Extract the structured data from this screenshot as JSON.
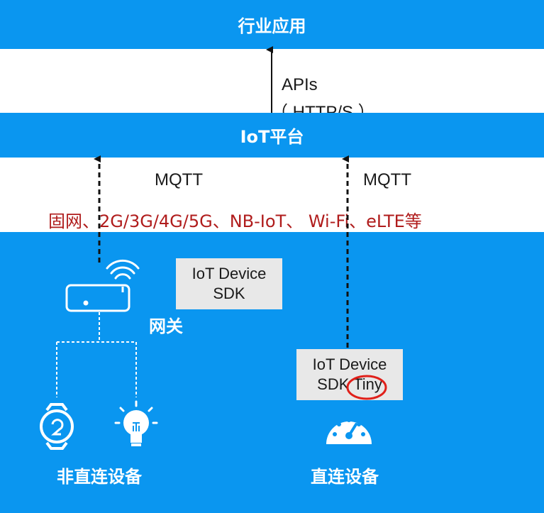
{
  "top_bar": {
    "label": "行业应用"
  },
  "api": {
    "line1": "APIs",
    "line2": "（ HTTP/S ）"
  },
  "mid_bar": {
    "label": "IoT平台"
  },
  "mqtt_left": "MQTT",
  "mqtt_right": "MQTT",
  "protocols": "固网、2G/3G/4G/5G、NB-IoT、 Wi-Fi、eLTE等",
  "gateway": {
    "label": "网关"
  },
  "sdk_gateway": {
    "line1": "IoT Device",
    "line2": "SDK"
  },
  "sdk_direct": {
    "line1": "IoT Device",
    "line2_prefix": "SDK",
    "line2_highlight": "Tiny"
  },
  "indirect_devices": {
    "label": "非直连设备"
  },
  "direct_device": {
    "label": "直连设备"
  },
  "colors": {
    "accent": "#0a96f0",
    "protocol_text": "#b01c1c",
    "highlight_circle": "#e0201a"
  },
  "icons": [
    "gateway-router-icon",
    "wifi-icon",
    "watch-icon",
    "light-bulb-icon",
    "gauge-meter-icon"
  ]
}
